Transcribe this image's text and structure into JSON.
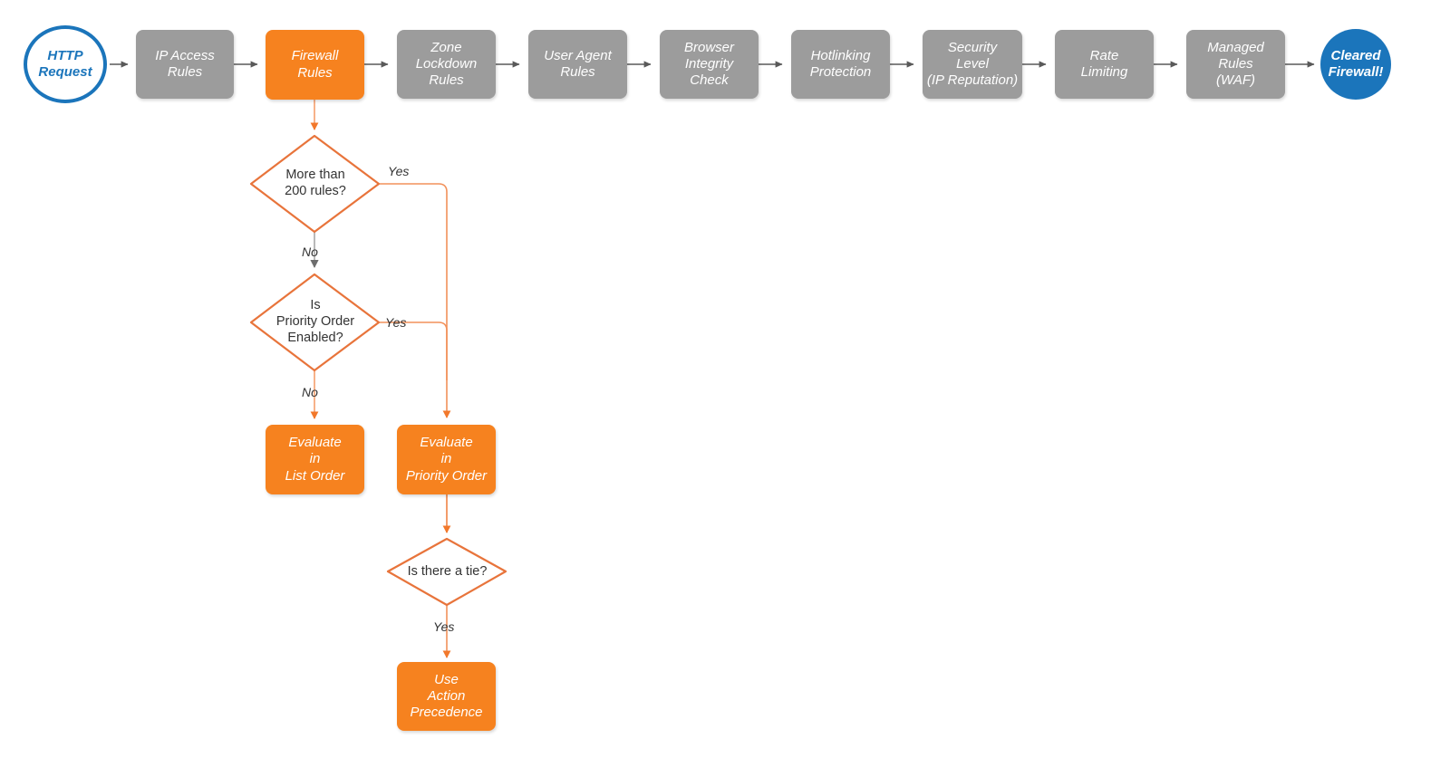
{
  "diagram": {
    "title": "Cloudflare firewall rules evaluation order flowchart",
    "colors": {
      "orange": "#f6821f",
      "orange_line": "#f2915a",
      "gray": "#9c9c9c",
      "gray_line": "#595959",
      "blue": "#1b75bb",
      "text_dark": "#333333",
      "white": "#ffffff"
    }
  },
  "pipeline": {
    "start": {
      "label": "HTTP\nRequest",
      "shape": "circle",
      "style": "hollow-blue"
    },
    "steps": [
      {
        "label": "IP Access\nRules",
        "style": "gray"
      },
      {
        "label": "Firewall\nRules",
        "style": "orange"
      },
      {
        "label": "Zone\nLockdown\nRules",
        "style": "gray"
      },
      {
        "label": "User Agent\nRules",
        "style": "gray"
      },
      {
        "label": "Browser\nIntegrity\nCheck",
        "style": "gray"
      },
      {
        "label": "Hotlinking\nProtection",
        "style": "gray"
      },
      {
        "label": "Security\nLevel\n(IP Reputation)",
        "style": "gray"
      },
      {
        "label": "Rate\nLimiting",
        "style": "gray"
      },
      {
        "label": "Managed\nRules\n(WAF)",
        "style": "gray"
      }
    ],
    "end": {
      "label": "Cleared\nFirewall!",
      "shape": "circle",
      "style": "filled-blue"
    }
  },
  "branch": {
    "decisions": [
      {
        "id": "more-than-200-rules",
        "label": "More than\n200 rules?"
      },
      {
        "id": "is-priority-order-enabled",
        "label": "Is\nPriority Order\nEnabled?"
      },
      {
        "id": "is-there-a-tie",
        "label": "Is there a tie?"
      }
    ],
    "outcomes": [
      {
        "id": "evaluate-in-list-order",
        "label": "Evaluate\nin\nList Order",
        "style": "orange"
      },
      {
        "id": "evaluate-in-priority-order",
        "label": "Evaluate\nin\nPriority Order",
        "style": "orange"
      },
      {
        "id": "use-action-precedence",
        "label": "Use\nAction\nPrecedence",
        "style": "orange"
      }
    ],
    "edge_labels": {
      "yes_200": "Yes",
      "no_200": "No",
      "yes_priority": "Yes",
      "no_priority": "No",
      "yes_tie": "Yes"
    }
  }
}
